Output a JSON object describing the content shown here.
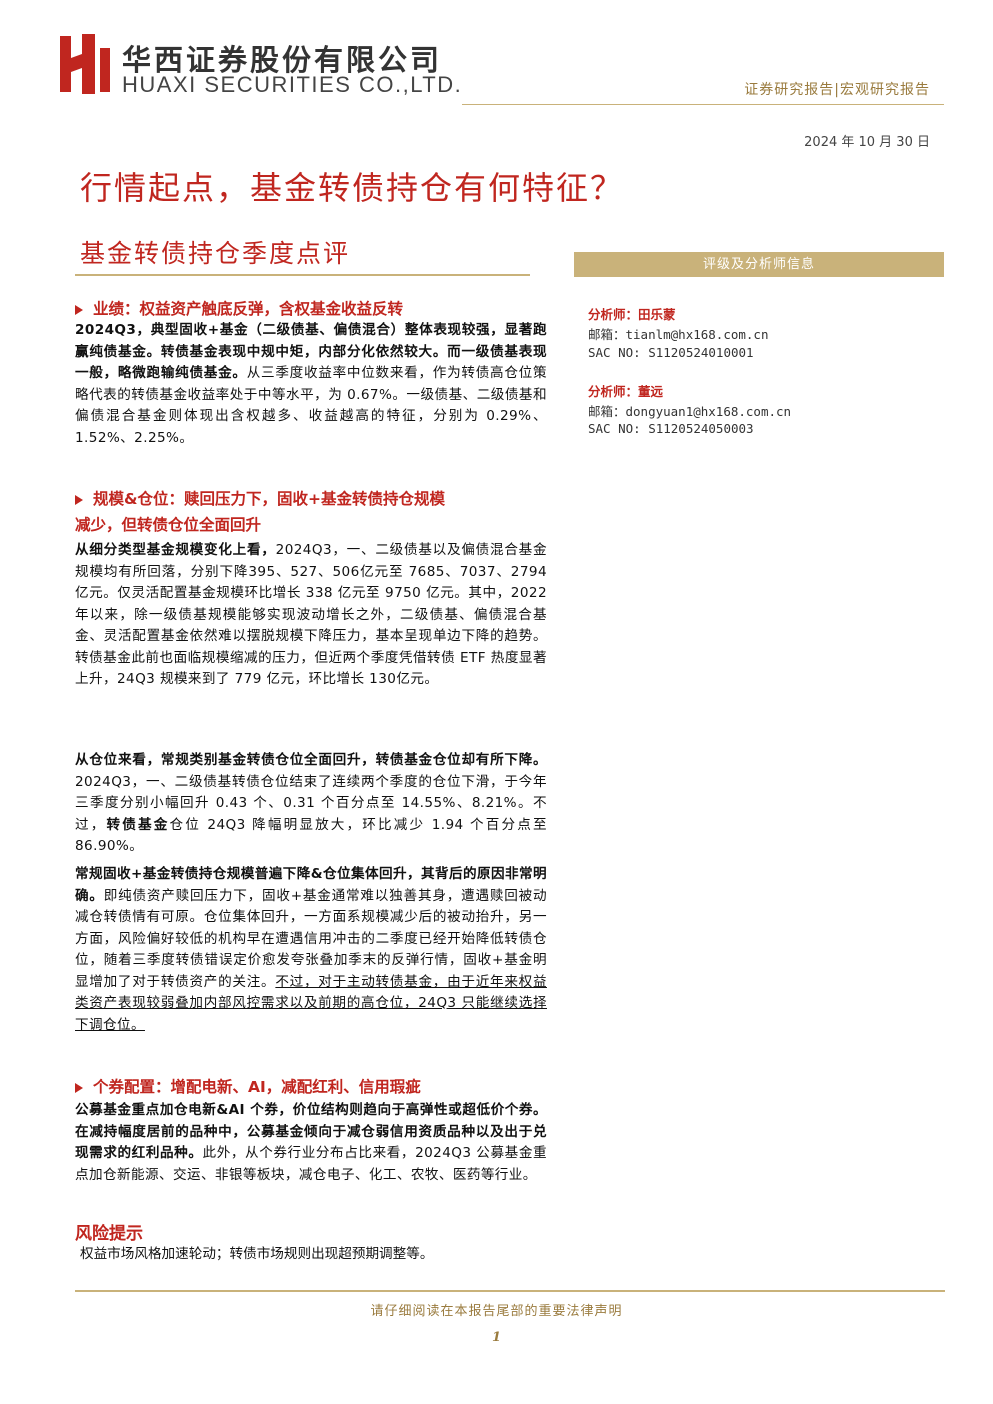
{
  "header": {
    "company_cn": "华西证券股份有限公司",
    "company_en": "HUAXI SECURITIES CO.,LTD.",
    "report_type": "证券研究报告|宏观研究报告",
    "date": "2024 年 10 月 30 日"
  },
  "title": "行情起点，基金转债持仓有何特征？",
  "subtitle": "基金转债持仓季度点评",
  "sidebar": {
    "rating_box": "评级及分析师信息",
    "analysts": [
      {
        "name": "分析师：田乐蒙",
        "email": "邮箱：tianlm@hx168.com.cn",
        "sac": "SAC NO: S1120524010001"
      },
      {
        "name": "分析师：董远",
        "email": "邮箱：dongyuan1@hx168.com.cn",
        "sac": "SAC NO: S1120524050003"
      }
    ]
  },
  "sections": {
    "s1": {
      "heading": "业绩：权益资产触底反弹，含权基金收益反转",
      "p1_bold": "2024Q3，典型固收+基金（二级债基、偏债混合）整体表现较强，显著跑赢纯债基金。转债基金表现中规中矩，内部分化依然较大。而一级债基表现一般，略微跑输纯债基金。",
      "p1_rest": "从三季度收益率中位数来看，作为转债高仓位策略代表的转债基金收益率处于中等水平，为 0.67%。一级债基、二级债基和偏债混合基金则体现出含权越多、收益越高的特征，分别为 0.29%、1.52%、2.25%。"
    },
    "s2": {
      "heading_line1": "规模&仓位：赎回压力下，固收+基金转债持仓规模",
      "heading_line2": "减少，但转债仓位全面回升",
      "p1_bold": "从细分类型基金规模变化上看，",
      "p1_rest": "2024Q3，一、二级债基以及偏债混合基金规模均有所回落，分别下降395、527、506亿元至 7685、7037、2794 亿元。仅灵活配置基金规模环比增长 338 亿元至 9750 亿元。其中，2022 年以来，除一级债基规模能够实现波动增长之外，二级债基、偏债混合基金、灵活配置基金依然难以摆脱规模下降压力，基本呈现单边下降的趋势。转债基金此前也面临规模缩减的压力，但近两个季度凭借转债 ETF 热度显著上升，24Q3 规模来到了 779 亿元，环比增长 130亿元。",
      "p2_bold": "从仓位来看，常规类别基金转债仓位全面回升，转债基金仓位却有所下降。",
      "p2_mid": "2024Q3，一、二级债基转债仓位结束了连续两个季度的仓位下滑，于今年三季度分别小幅回升 0.43 个、0.31 个百分点至 14.55%、8.21%。不过，",
      "p2_bold2": "转债基金",
      "p2_rest": "仓位 24Q3 降幅明显放大，环比减少 1.94 个百分点至 86.90%。",
      "p3_bold": "常规固收+基金转债持仓规模普遍下降&仓位集体回升，其背后的原因非常明确。",
      "p3_rest": "即纯债资产赎回压力下，固收+基金通常难以独善其身，遭遇赎回被动减仓转债情有可原。仓位集体回升，一方面系规模减少后的被动抬升，另一方面，风险偏好较低的机构早在遭遇信用冲击的二季度已经开始降低转债仓位，随着三季度转债错误定价愈发夸张叠加季末的反弹行情，固收+基金明显增加了对于转债资产的关注。",
      "p3_ul": "不过，对于主动转债基金，由于近年来权益类资产表现较弱叠加内部风控需求以及前期的高仓位，24Q3 只能继续选择下调仓位。"
    },
    "s3": {
      "heading": "个券配置：增配电新、AI，减配红利、信用瑕疵",
      "p1_bold": "公募基金重点加仓电新&AI 个券，价位结构则趋向于高弹性或超低价个券。在减持幅度居前的品种中，公募基金倾向于减仓弱信用资质品种以及出于兑现需求的红利品种。",
      "p1_rest": "此外，从个券行业分布占比来看，2024Q3 公募基金重点加仓新能源、交运、非银等板块，减仓电子、化工、农牧、医药等行业。"
    }
  },
  "risk": {
    "heading": "风险提示",
    "text": "权益市场风格加速轮动；转债市场规则出现超预期调整等。"
  },
  "footer": {
    "notice": "请仔细阅读在本报告尾部的重要法律声明",
    "page": "1"
  }
}
